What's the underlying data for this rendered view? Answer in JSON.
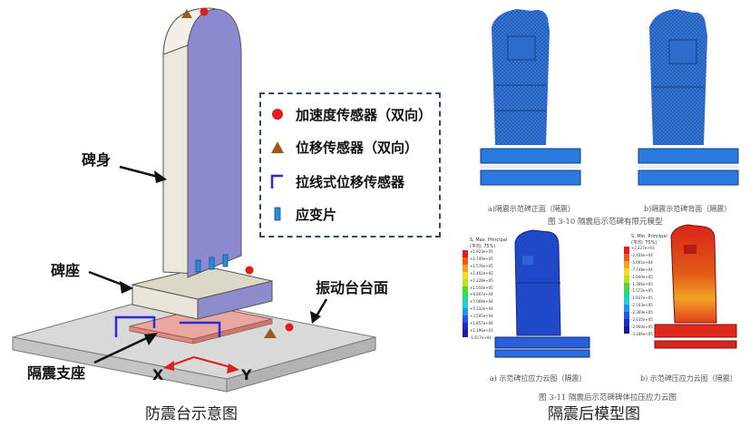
{
  "left": {
    "labels": {
      "stele_body": "碑身",
      "stele_base": "碑座",
      "shake_table": "振动台台面",
      "isolation_bearing": "隔震支座",
      "axis_x": "X",
      "axis_y": "Y"
    },
    "legend": {
      "accelerometer": "加速度传感器（双向）",
      "displacement": "位移传感器（双向）",
      "wire_displacement": "拉线式位移传感器",
      "strain_gauge": "应变片"
    },
    "caption": "防震台示意图"
  },
  "right": {
    "fig310": {
      "sub_a": "a)隔震示范碑正面（隔震）",
      "sub_b": "b)隔震示范碑背面（隔震）",
      "title": "图 3-10  隔震后示范碑有限元模型"
    },
    "fig311": {
      "colorbar_left": {
        "title": "S, Max. Principal",
        "subtitle": "(平均: 75%)",
        "ticks": [
          "+1.923e+05",
          "+1.749e+05",
          "+1.576e+05",
          "+1.402e+05",
          "+1.228e+05",
          "+1.054e+05",
          "+8.807e+04",
          "+7.069e+04",
          "+5.332e+04",
          "+3.595e+04",
          "+1.857e+04",
          "+1.196e+03",
          "-1.617e+04"
        ]
      },
      "colorbar_right": {
        "title": "S, Min. Principal",
        "subtitle": "(平均: 75%)",
        "ticks": [
          "+2.227e+03",
          "-2.434e+04",
          "-5.091e+04",
          "-7.748e+04",
          "-1.040e+05",
          "-1.306e+05",
          "-1.572e+05",
          "-1.837e+05",
          "-2.103e+05",
          "-2.369e+05",
          "-2.635e+05",
          "-2.900e+05",
          "-3.166e+05"
        ]
      },
      "sub_a": "a)  示范碑拉应力云图（隔震）",
      "sub_b": "b)  示范碑压应力云图（隔震）",
      "title": "图 3-11  隔震后示范碑碑体拉压应力云图"
    },
    "caption": "隔震后模型图"
  },
  "colors": {
    "stele_face": "#8a87cf",
    "stele_side": "#e6e3d6",
    "platform": "#d8d8d8",
    "bearing": "#e8a6a0",
    "accelerometer": "#e21b1b",
    "displacement": "#9a5a1c",
    "wire": "#2a2ad6",
    "strain": "#2a8ed6",
    "legend_border": "#2b4a7a",
    "fem_blue": "#1f5fbf"
  }
}
